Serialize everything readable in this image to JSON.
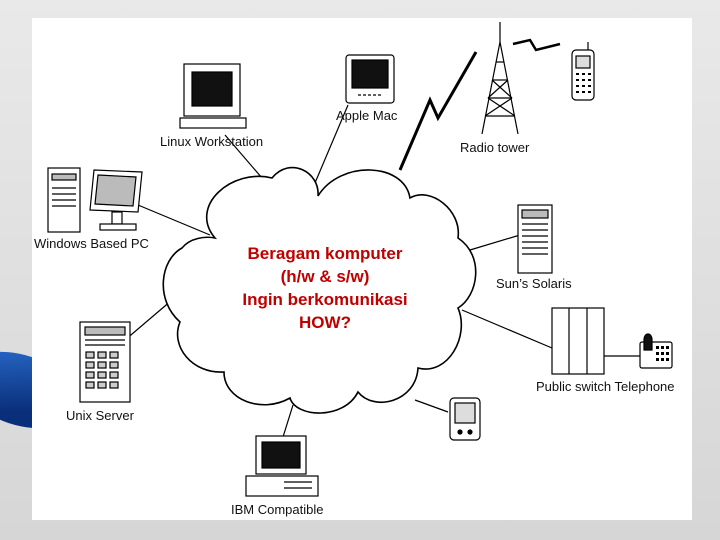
{
  "slide": {
    "center_lines": [
      "Beragam komputer",
      "(h/w & s/w)",
      "Ingin berkomunikasi",
      "HOW?"
    ]
  },
  "nodes": {
    "linux": "Linux Workstation",
    "apple": "Apple Mac",
    "radio": "Radio tower",
    "windows": "Windows Based PC",
    "sun": "Sun’s Solaris",
    "unix": "Unix Server",
    "pstn": "Public switch Telephone",
    "ibm": "IBM Compatible"
  },
  "icons": {
    "linux": "crt-monitor-icon",
    "apple": "apple-mac-icon",
    "radio": "radio-tower-icon",
    "phone": "mobile-phone-icon",
    "windows": "desktop-pc-icon",
    "sun": "server-tower-icon",
    "unix": "server-rack-icon",
    "pstn": "switch-cabinet-icon",
    "telephone": "desk-telephone-icon",
    "pda": "pda-icon",
    "ibm": "ibm-pc-icon"
  },
  "colors": {
    "center_text": "#c00000",
    "background": "#e0e0e0",
    "accent_blue": "#1a4fa8"
  }
}
